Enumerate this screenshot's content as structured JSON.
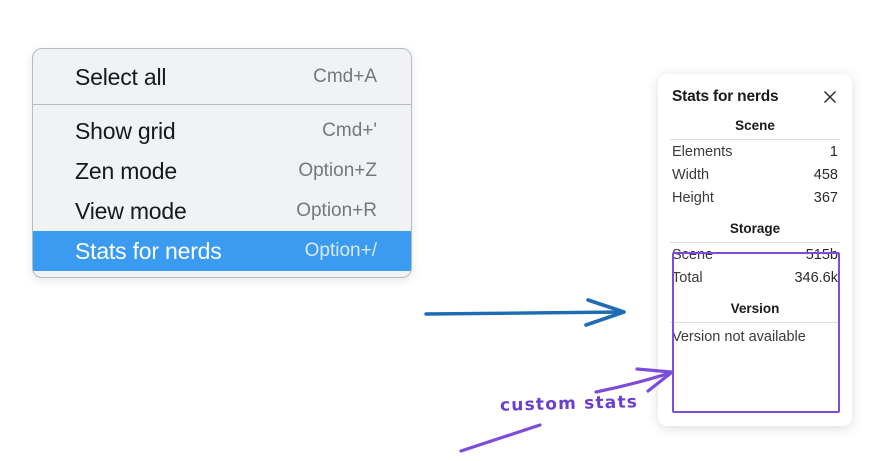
{
  "colors": {
    "menu_background": "#f0f2f4",
    "menu_border": "#b6bcc4",
    "selection_blue": "#3b9bf0",
    "arrow_blue": "#1f6cb5",
    "annotation_purple": "#7c4ddb",
    "panel_background": "#ffffff",
    "page_background": "#ffffff"
  },
  "context_menu": {
    "sections": [
      {
        "items": [
          {
            "label": "Select all",
            "shortcut": "Cmd+A",
            "selected": false
          }
        ]
      },
      {
        "items": [
          {
            "label": "Show grid",
            "shortcut": "Cmd+'",
            "selected": false
          },
          {
            "label": "Zen mode",
            "shortcut": "Option+Z",
            "selected": false
          },
          {
            "label": "View mode",
            "shortcut": "Option+R",
            "selected": false
          },
          {
            "label": "Stats for nerds",
            "shortcut": "Option+/",
            "selected": true
          }
        ]
      }
    ]
  },
  "stats_panel": {
    "title": "Stats for nerds",
    "close_icon": "close-icon",
    "sections": [
      {
        "heading": "Scene",
        "rows": [
          {
            "label": "Elements",
            "value": "1"
          },
          {
            "label": "Width",
            "value": "458"
          },
          {
            "label": "Height",
            "value": "367"
          }
        ]
      },
      {
        "heading": "Storage",
        "rows": [
          {
            "label": "Scene",
            "value": "515b"
          },
          {
            "label": "Total",
            "value": "346.6k"
          }
        ]
      },
      {
        "heading": "Version",
        "single_row": "Version not available"
      }
    ]
  },
  "annotations": {
    "handwritten_label": "custom stats",
    "blue_arrow": "arrow-right-icon",
    "purple_arrow": "arrow-pointer-icon",
    "purple_underline": "underline-stroke-icon",
    "highlight_box": "custom-stats-highlight"
  }
}
